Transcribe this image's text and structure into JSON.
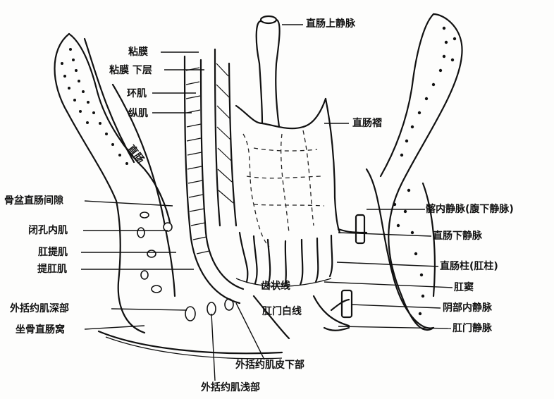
{
  "labels": {
    "superior_rectal_vein": "直肠上静脉",
    "mucosa": "粘膜",
    "submucosa": "粘膜 下层",
    "circular_muscle": "环肌",
    "longitudinal_muscle": "纵肌",
    "peritoneum": "直肠",
    "rectal_mesentery": "直肠褶",
    "pelvirectal_space": "骨盆直肠间隙",
    "obturator_internus": "闭孔内肌",
    "levator_ani": "肛提肌",
    "puborectalis": "提肛肌",
    "external_sphincter_deep": "外括约肌深部",
    "ischiorectal_fossa": "坐骨直肠窝",
    "external_sphincter_subcutaneous": "外括约肌皮下部",
    "external_sphincter_superficial": "外括约肌浅部",
    "pudendal_internal_vein": "髂内静脉(腹下静脉)",
    "inferior_rectal_vein": "直肠下静脉",
    "rectal_column": "直肠柱(肛柱)",
    "dentate_line": "齿状线",
    "anal_sinus": "肛窦",
    "anal_white_line": "肛门白线",
    "internal_pudendal_vein": "阴部内静脉",
    "anal_vein": "肛门静脉"
  }
}
